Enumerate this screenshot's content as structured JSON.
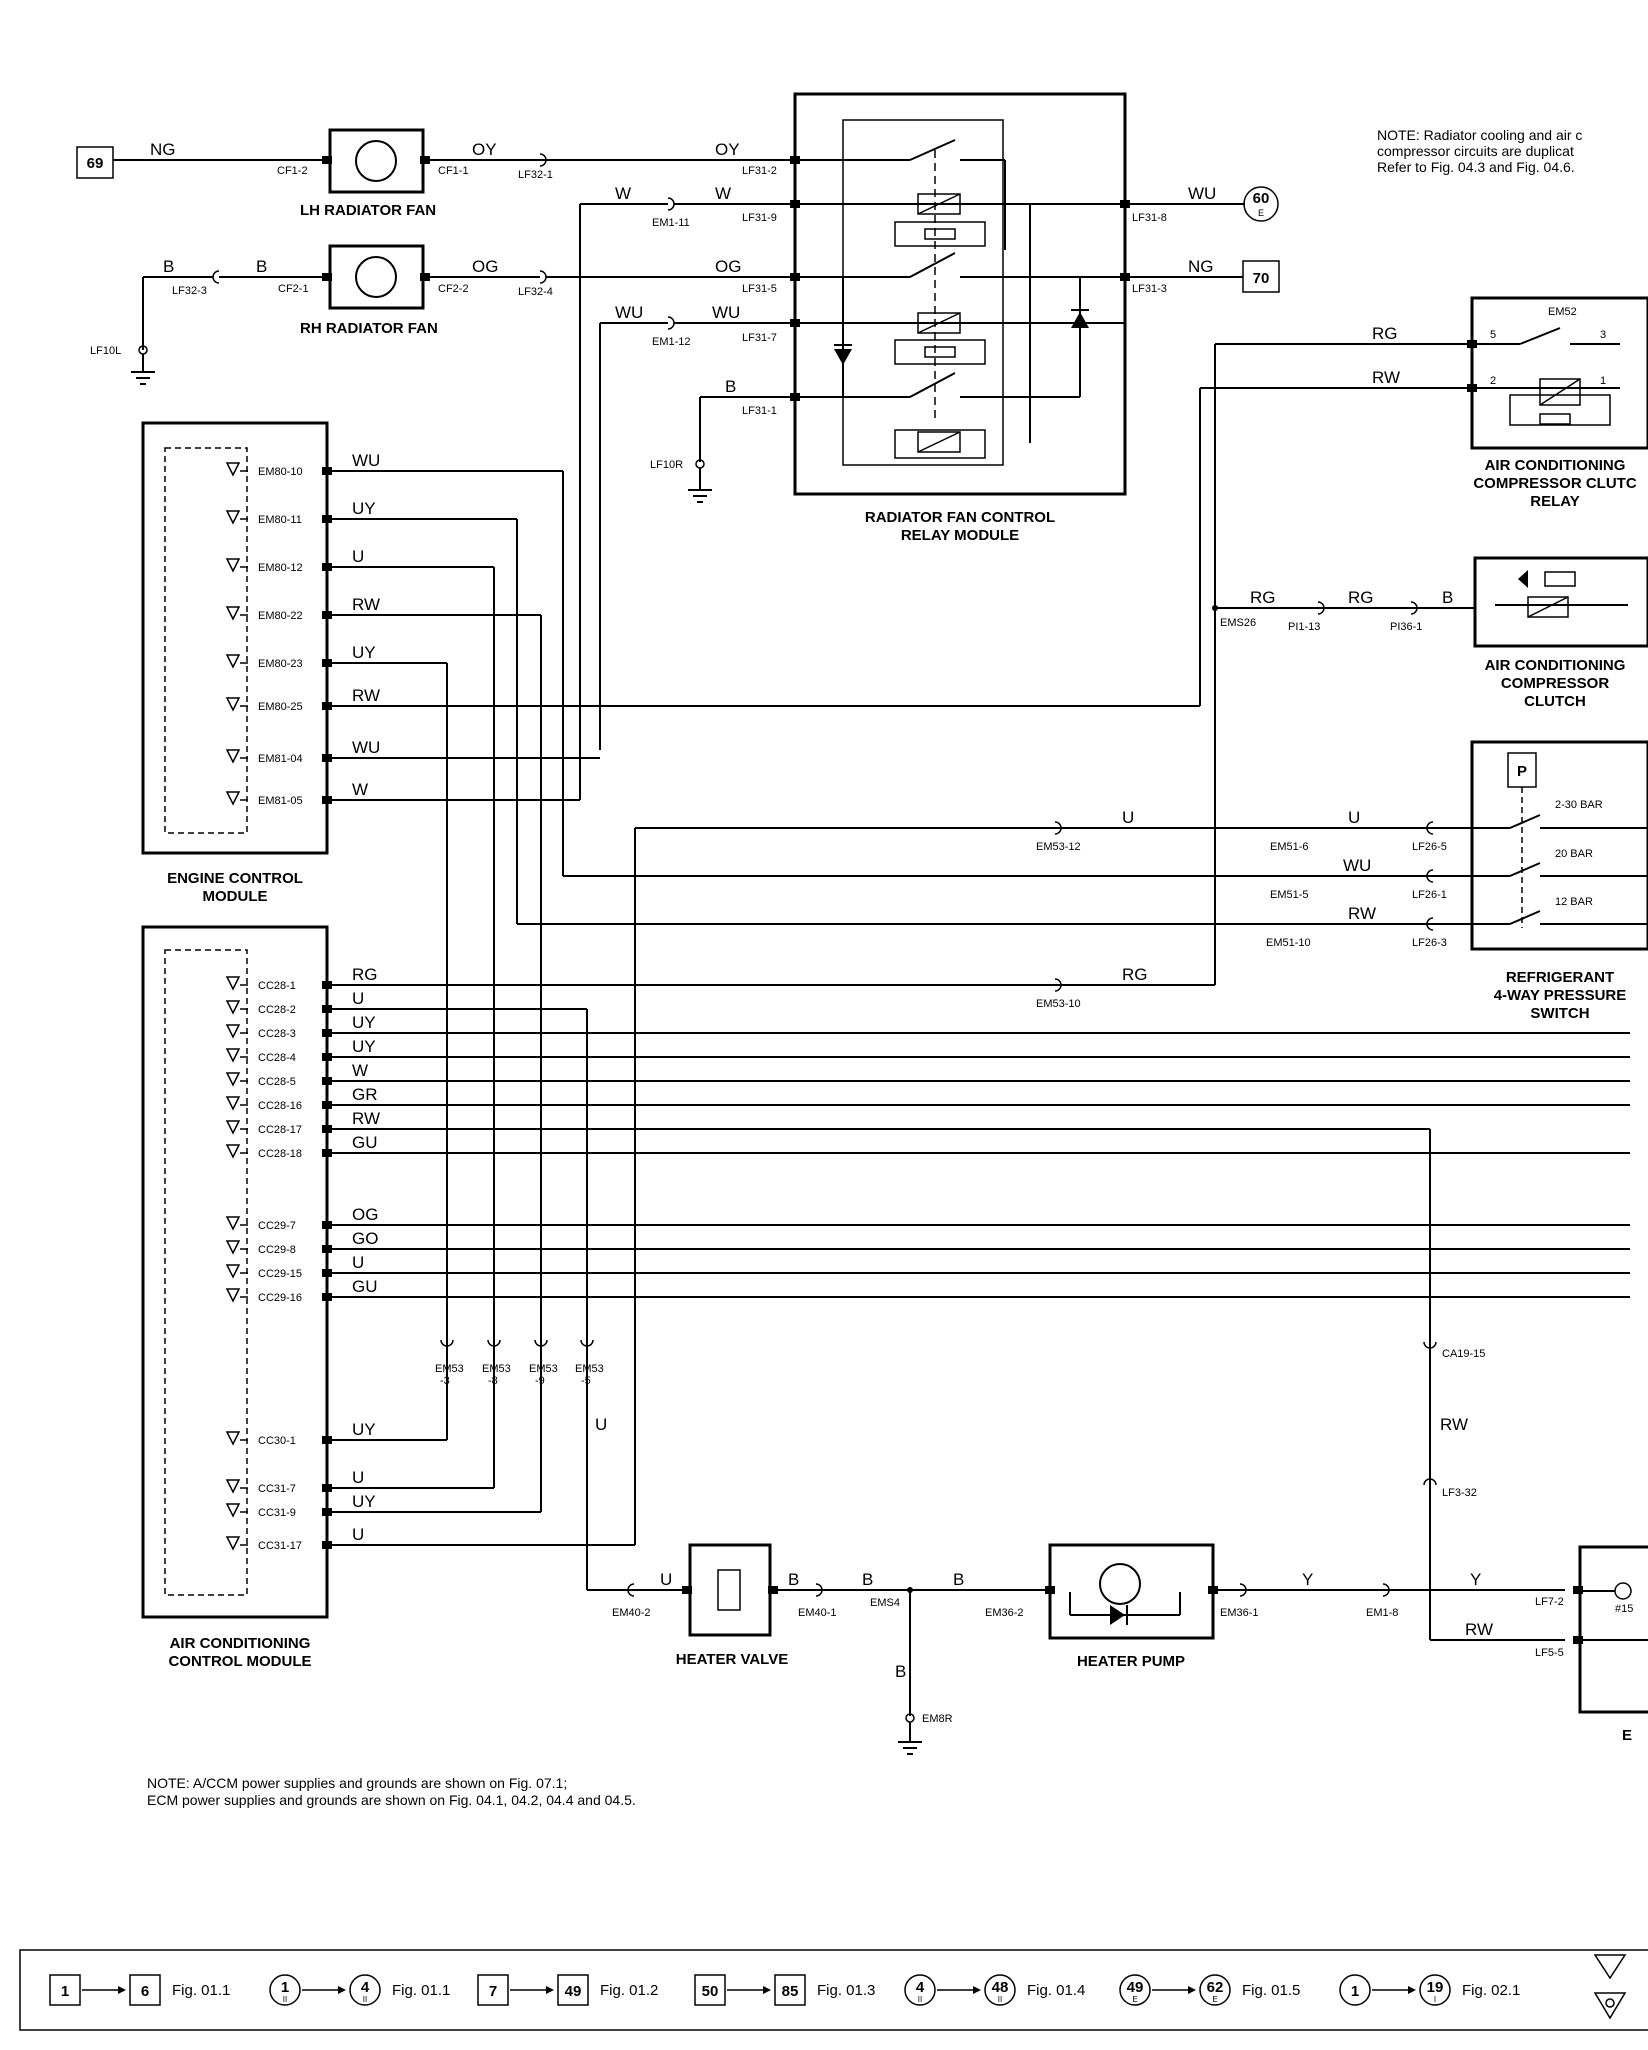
{
  "title_note_top": [
    "NOTE: Radiator cooling and air c",
    "compressor circuits are duplicat",
    "Refer to Fig. 04.3 and Fig. 04.6."
  ],
  "note_bottom": [
    "NOTE: A/CCM power supplies and grounds are shown on Fig. 07.1;",
    "ECM power supplies and grounds are shown on Fig. 04.1, 04.2, 04.4 and 04.5."
  ],
  "components": {
    "lh_fan": "LH RADIATOR FAN",
    "rh_fan": "RH RADIATOR FAN",
    "relay_module": [
      "RADIATOR FAN CONTROL",
      "RELAY MODULE"
    ],
    "ac_relay": [
      "AIR CONDITIONING",
      "COMPRESSOR CLUTC",
      "RELAY"
    ],
    "ac_relay_id": "EM52",
    "ac_clutch": [
      "AIR CONDITIONING",
      "COMPRESSOR",
      "CLUTCH"
    ],
    "pressure_switch": [
      "REFRIGERANT",
      "4-WAY PRESSURE",
      "SWITCH"
    ],
    "pressure_p": "P",
    "pressure_levels": [
      "2-30 BAR",
      "20 BAR",
      "12 BAR"
    ],
    "ecm": [
      "ENGINE CONTROL",
      "MODULE"
    ],
    "accm": [
      "AIR CONDITIONING",
      "CONTROL MODULE"
    ],
    "heater_valve": "HEATER VALVE",
    "heater_pump": "HEATER PUMP",
    "cut_label": "E"
  },
  "refs": {
    "r69": "69",
    "r70": "70",
    "r60": "60",
    "r60s": "E"
  },
  "relay_pins": [
    "5",
    "3",
    "2",
    "1"
  ],
  "ecm_pins": [
    "EM80-10",
    "EM80-11",
    "EM80-12",
    "EM80-22",
    "EM80-23",
    "EM80-25",
    "EM81-04",
    "EM81-05"
  ],
  "ecm_wires": [
    "WU",
    "UY",
    "U",
    "RW",
    "UY",
    "RW",
    "WU",
    "W"
  ],
  "accm_pins": [
    "CC28-1",
    "CC28-2",
    "CC28-3",
    "CC28-4",
    "CC28-5",
    "CC28-16",
    "CC28-17",
    "CC28-18",
    "CC29-7",
    "CC29-8",
    "CC29-15",
    "CC29-16",
    "CC30-1",
    "CC31-7",
    "CC31-9",
    "CC31-17"
  ],
  "accm_wires": [
    "RG",
    "U",
    "UY",
    "UY",
    "W",
    "GR",
    "RW",
    "GU",
    "OG",
    "GO",
    "U",
    "GU",
    "UY",
    "U",
    "UY",
    "U"
  ],
  "connectors": {
    "cf12": "CF1-2",
    "cf11": "CF1-1",
    "lf321": "LF32-1",
    "cf21": "CF2-1",
    "cf22": "CF2-2",
    "lf323": "LF32-3",
    "lf324": "LF32-4",
    "lf10l": "LF10L",
    "lf10r": "LF10R",
    "lf312": "LF31-2",
    "lf319": "LF31-9",
    "lf315": "LF31-5",
    "lf317": "LF31-7",
    "lf311": "LF31-1",
    "lf318": "LF31-8",
    "lf313": "LF31-3",
    "em111": "EM1-11",
    "em112": "EM1-12",
    "ems26": "EMS26",
    "pi113": "PI1-13",
    "pi361": "PI36-1",
    "em5312": "EM53-12",
    "em516": "EM51-6",
    "em515": "EM51-5",
    "em5110": "EM51-10",
    "lf265": "LF26-5",
    "lf261": "LF26-1",
    "lf263": "LF26-3",
    "em5310": "EM53-10",
    "em533a": "EM53",
    "em533b": "-3",
    "em538a": "EM53",
    "em538b": "-8",
    "em539a": "EM53",
    "em539b": "-9",
    "em535a": "EM53",
    "em535b": "-5",
    "ca1915": "CA19-15",
    "lf332": "LF3-32",
    "em402": "EM40-2",
    "em401": "EM40-1",
    "ems4": "EMS4",
    "em362": "EM36-2",
    "em361": "EM36-1",
    "em18": "EM1-8",
    "em8r": "EM8R",
    "lf72": "LF7-2",
    "lf55": "LF5-5",
    "n15": "#15"
  },
  "wires": {
    "ng": "NG",
    "oy1": "OY",
    "oy2": "OY",
    "w1": "W",
    "w2": "W",
    "wu60": "WU",
    "b1": "B",
    "b2": "B",
    "og1": "OG",
    "og2": "OG",
    "ng70": "NG",
    "wu1": "WU",
    "wu2": "WU",
    "b3": "B",
    "rg1": "RG",
    "rw1": "RW",
    "rg2": "RG",
    "rg3": "RG",
    "b4": "B",
    "u1": "U",
    "u2": "U",
    "wu3": "WU",
    "rw2": "RW",
    "rg4": "RG",
    "rw3": "RW",
    "u5": "U",
    "uhv": "U",
    "b5": "B",
    "b6": "B",
    "b7": "B",
    "b8": "B",
    "y1": "Y",
    "y2": "Y",
    "rw4": "RW"
  },
  "legend": [
    {
      "from": "1",
      "to": "6",
      "fig": "Fig. 01.1",
      "shape": "square"
    },
    {
      "from": "1",
      "fsub": "II",
      "to": "4",
      "tsub": "II",
      "fig": "Fig. 01.1",
      "shape": "circle"
    },
    {
      "from": "7",
      "to": "49",
      "fig": "Fig. 01.2",
      "shape": "square"
    },
    {
      "from": "50",
      "to": "85",
      "fig": "Fig. 01.3",
      "shape": "square"
    },
    {
      "from": "4",
      "fsub": "II",
      "to": "48",
      "tsub": "II",
      "fig": "Fig. 01.4",
      "shape": "circle"
    },
    {
      "from": "49",
      "fsub": "E",
      "to": "62",
      "tsub": "E",
      "fig": "Fig. 01.5",
      "shape": "circle"
    },
    {
      "from": "1",
      "to": "19",
      "tsub": "I",
      "fig": "Fig. 02.1",
      "shape": "circle"
    }
  ]
}
